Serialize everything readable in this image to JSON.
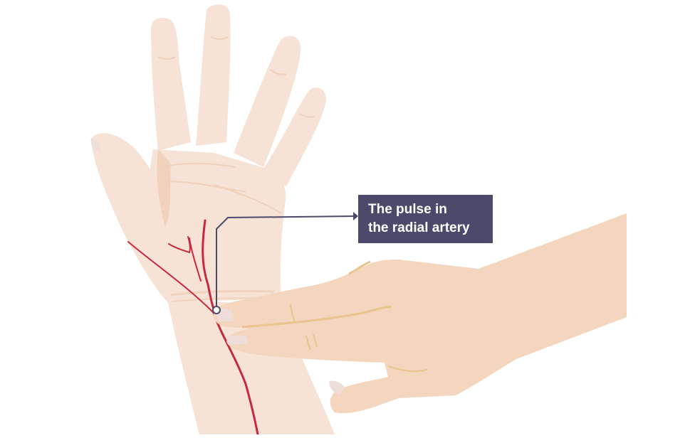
{
  "diagram": {
    "subject": "Taking a pulse at the wrist",
    "callout": {
      "line1": "The pulse in",
      "line2": "the radial artery"
    },
    "colors": {
      "background": "#ffffff",
      "skin_patient": "#f7e3d6",
      "skin_patient_shadow": "#f0d2bd",
      "skin_examiner": "#f3d6bd",
      "skin_examiner_crease": "#e8c48e",
      "nail": "#eeddd9",
      "artery": "#c8283e",
      "callout_bg": "#4b4a6a",
      "callout_text": "#ffffff",
      "leader_line": "#4b4a6a"
    }
  }
}
